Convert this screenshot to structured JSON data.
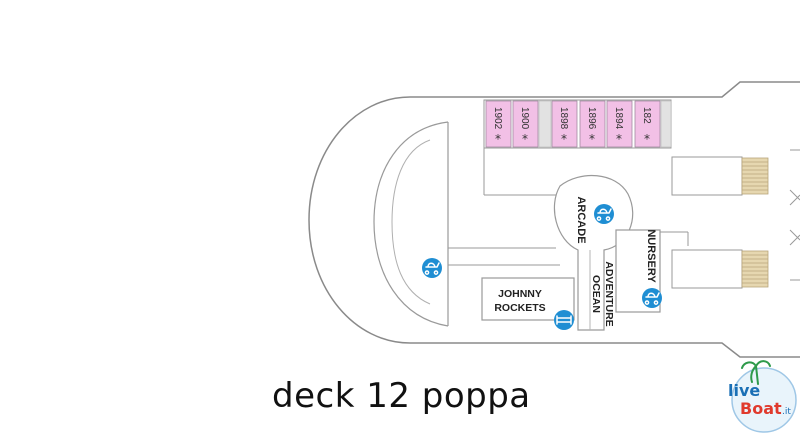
{
  "caption": "deck 12 poppa",
  "cabins": [
    {
      "number": "1902",
      "mark": "*"
    },
    {
      "number": "1900",
      "mark": "*"
    },
    {
      "number": "1898",
      "mark": "*"
    },
    {
      "number": "1896",
      "mark": "*"
    },
    {
      "number": "1894",
      "mark": "*"
    },
    {
      "number": "182",
      "mark": "*"
    }
  ],
  "venues": {
    "arcade": "ARCADE",
    "nursery": "NURSERY",
    "adventure_line1": "ADVENTURE",
    "adventure_line2": "OCEAN",
    "johnny_line1": "JOHNNY",
    "johnny_line2": "ROCKETS"
  },
  "icons": [
    "stroller-icon",
    "stroller-icon",
    "stroller-icon",
    "dining-icon"
  ],
  "logo": {
    "line1": "live",
    "line2": "Boat",
    "suffix": ".it"
  },
  "colors": {
    "cabin_fill": "#f2c0e6",
    "icon_blue": "#1f8ed3",
    "wall": "#8a8a8a",
    "stairs": "#e6d7b0",
    "logo_blue": "#1a6fb5",
    "logo_red": "#e03a2d"
  }
}
